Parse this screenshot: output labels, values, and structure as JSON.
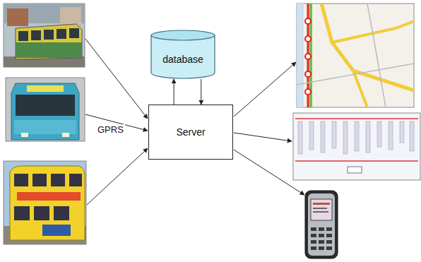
{
  "diagram": {
    "nodes": [
      {
        "text": [
          "database"
        ]
      },
      {
        "text": [
          "Server"
        ]
      }
    ],
    "edges": [
      {
        "from": 1,
        "to": 0,
        "arrow": "to"
      },
      {
        "from": 0,
        "to": 1,
        "arrow": "to"
      }
    ],
    "labels": [
      "GPRS"
    ]
  }
}
